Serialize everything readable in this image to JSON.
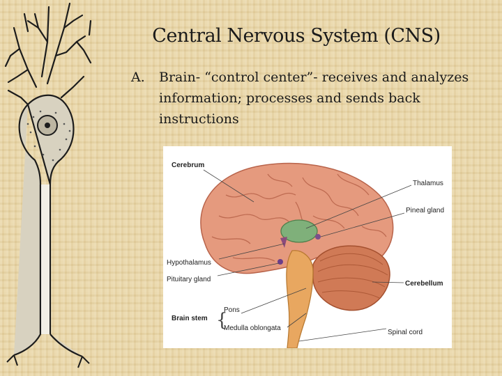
{
  "title": "Central Nervous System (CNS)",
  "item": {
    "marker": "A.",
    "term": "Brain",
    "rest": "- “control center”- receives and analyzes information; processes and sends back instructions"
  },
  "figure": {
    "labels": {
      "cerebrum": "Cerebrum",
      "thalamus": "Thalamus",
      "pineal": "Pineal gland",
      "hypothalamus": "Hypothalamus",
      "pituitary": "Pituitary gland",
      "cerebellum": "Cerebellum",
      "pons": "Pons",
      "brainstem": "Brain stem",
      "medulla": "Medulla oblongata",
      "spinal": "Spinal cord"
    }
  }
}
